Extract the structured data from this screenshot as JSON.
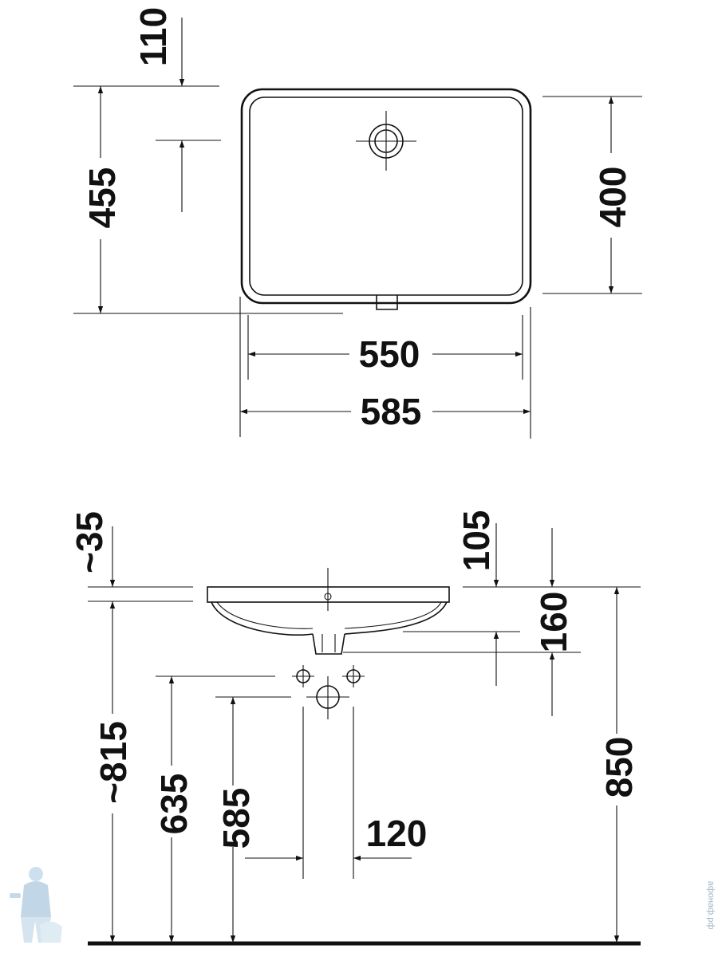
{
  "top_view": {
    "dims": {
      "d110": "110",
      "d455": "455",
      "d400": "400",
      "d550": "550",
      "d585": "585"
    }
  },
  "side_view": {
    "dims": {
      "d35": "~35",
      "d105": "105",
      "d160": "160",
      "d815": "~815",
      "d635": "635",
      "d585": "585",
      "d120": "120",
      "d850": "850"
    }
  },
  "watermark": {
    "text": "афонаф.рф",
    "logo": "plumber-mascot-logo"
  }
}
